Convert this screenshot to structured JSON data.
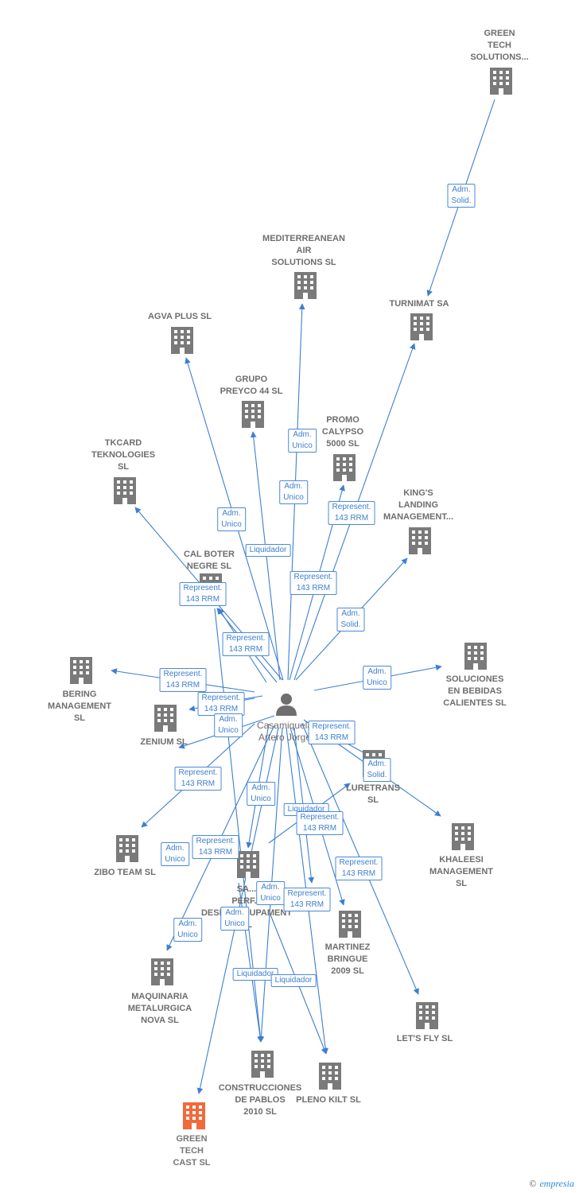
{
  "colors": {
    "edge": "#3d7fd0",
    "node": "#7a7a7a",
    "highlight": "#f06a3c",
    "person": "#6e6e6e"
  },
  "person": {
    "label": "Casamiquela\nArtero Jorge",
    "icon": "person-icon"
  },
  "nodes": [
    {
      "id": "green-tech-solutions",
      "label": "GREEN\nTECH\nSOLUTIONS..."
    },
    {
      "id": "mediterranean-air",
      "label": "MEDITERREANEAN\nAIR\nSOLUTIONS  SL"
    },
    {
      "id": "turnimat",
      "label": "TURNIMAT SA"
    },
    {
      "id": "agva-plus",
      "label": "AGVA PLUS  SL"
    },
    {
      "id": "grupo-preyco",
      "label": "GRUPO\nPREYCO 44 SL"
    },
    {
      "id": "promo-calypso",
      "label": "PROMO\nCALYPSO\n5000 SL"
    },
    {
      "id": "tkcard",
      "label": "TKCARD\nTEKNOLOGIES\nSL"
    },
    {
      "id": "kings-landing",
      "label": "KING'S\nLANDING\nMANAGEMENT..."
    },
    {
      "id": "cal-boter",
      "label": "CAL BOTER\nNEGRE SL"
    },
    {
      "id": "bering",
      "label": "BERING\nMANAGEMENT\nSL"
    },
    {
      "id": "soluciones-bebidas",
      "label": "SOLUCIONES\nEN BEBIDAS\nCALIENTES  SL"
    },
    {
      "id": "zenium",
      "label": "ZENIUM SL"
    },
    {
      "id": "luretrans",
      "label": "LURETRANS\nSL"
    },
    {
      "id": "khaleesi",
      "label": "KHALEESI\nMANAGEMENT\nSL"
    },
    {
      "id": "zibo",
      "label": "ZIBO TEAM  SL"
    },
    {
      "id": "sa-desenvolupament",
      "label": "SA...\nPERF...\nDESENVOLUPAMENT SL"
    },
    {
      "id": "martinez-bringue",
      "label": "MARTINEZ\nBRINGUE\n2009 SL"
    },
    {
      "id": "maquinaria",
      "label": "MAQUINARIA\nMETALURGICA\nNOVA  SL"
    },
    {
      "id": "lets-fly",
      "label": "LET'S FLY SL"
    },
    {
      "id": "construcciones",
      "label": "CONSTRUCCIONES\nDE PABLOS\n2010 SL"
    },
    {
      "id": "pleno-kilt",
      "label": "PLENO KILT  SL"
    },
    {
      "id": "green-tech-cast",
      "label": "GREEN\nTECH\nCAST  SL",
      "highlight": true
    }
  ],
  "edge_labels": [
    "Adm.\nSolid.",
    "Adm.\nUnico",
    "Adm.\nUnico",
    "Represent.\n143 RRM",
    "Adm.\nUnico",
    "Liquidador",
    "Represent.\n143 RRM",
    "Represent.\n143 RRM",
    "Adm.\nSolid.",
    "Represent.\n143 RRM",
    "Adm.\nUnico",
    "Represent.\n143 RRM",
    "Represent.\n143 RRM",
    "Adm.\nUnico",
    "Represent.\n143 RRM",
    "Adm.\nSolid.",
    "Represent.\n143 RRM",
    "Adm.\nUnico",
    "Liquidador",
    "Represent.\n143 RRM",
    "Adm.\nUnico",
    "Represent.\n143 RRM",
    "Adm.\nUnico",
    "Represent.\n143 RRM",
    "Represent.\n143 RRM",
    "Adm.\nUnico",
    "Adm.\nUnico",
    "Liquidador",
    "Liquidador"
  ],
  "brand": {
    "copyright": "©",
    "name": "empresia"
  }
}
